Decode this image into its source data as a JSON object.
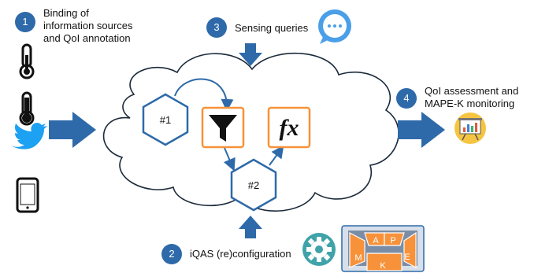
{
  "steps": [
    {
      "number": "1",
      "label_lines": [
        "Binding of",
        "information sources",
        "and QoI annotation"
      ]
    },
    {
      "number": "2",
      "label": "iQAS (re)configuration"
    },
    {
      "number": "3",
      "label": "Sensing queries"
    },
    {
      "number": "4",
      "label_lines": [
        "QoI assessment and",
        "MAPE-K monitoring"
      ]
    }
  ],
  "operators": {
    "op1": "#1",
    "op2": "#2",
    "fx": "fx"
  },
  "mapek": {
    "M": "M",
    "A": "A",
    "P": "P",
    "E": "E",
    "K": "K"
  },
  "colors": {
    "blue": "#2e6aa9",
    "orange": "#f7923a",
    "twitter": "#1da1f2",
    "gear": "#3fa3a9"
  },
  "icons": [
    "thermometer-icon",
    "thermometer-icon",
    "twitter-bird-icon",
    "smartphone-icon",
    "chat-bubble-icon",
    "funnel-icon",
    "presentation-chart-icon",
    "gear-icon"
  ]
}
